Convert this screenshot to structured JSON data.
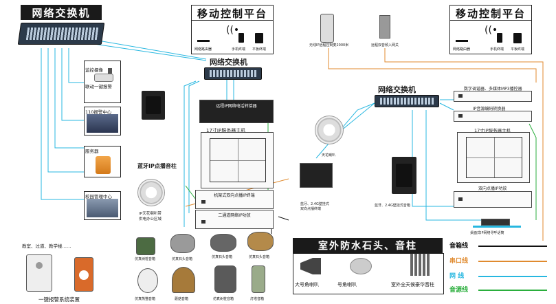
{
  "left_switch": {
    "title": "网络交换机"
  },
  "mobile_left": {
    "title": "移动控制平台",
    "devices": [
      "网络路由器",
      "手机终端",
      "平板终端"
    ]
  },
  "mobile_right": {
    "title": "移动控制平台",
    "devices": [
      "网络路由器",
      "手机终端",
      "平板终端"
    ]
  },
  "left_devices": [
    {
      "label": "监控摄像\n联动一键报警"
    },
    {
      "label": "110报警中心"
    },
    {
      "label": "服务器"
    },
    {
      "label": "校园管理中心"
    }
  ],
  "left_bottom": {
    "caption": "教室、过道、教学楼……",
    "device_label": "一键报警系统装置"
  },
  "center": {
    "switch_label": "网络交换机",
    "phone_converter": "远程IP网络电话转接器",
    "host": "17寸IP服务器主机",
    "rack1": "机架式双向点播IP终端",
    "rack2": "二通道网络IP功放",
    "bt_column": "蓝牙IP点播音柱",
    "ceiling_note": "IP天花喇叭带\n供电办公区域",
    "outdoor": [
      {
        "label": "仿真树桩音箱"
      },
      {
        "label": "仿真石头音箱"
      },
      {
        "label": "仿真石头音箱"
      },
      {
        "label": "仿真石头音箱"
      },
      {
        "label": "仿真熊猫音箱"
      },
      {
        "label": "蘑菇音箱"
      },
      {
        "label": "仿真树桩音箱"
      },
      {
        "label": "灯塔音箱"
      }
    ]
  },
  "top_middle": {
    "wifi_mic": "无线IP远程控制麦2000米",
    "remote_host": "远程双音频入网关"
  },
  "right": {
    "switch_label": "网络交换机",
    "tuner": "数字调谐器、多媒体MP3播控器",
    "ip_converter": "IP音源编码转换器",
    "host": "17寸IP服务器主机",
    "amp": "双向点播IP功放",
    "desk_mic": "桌面式IP网络寻呼话筒",
    "ceiling": "天花喇叭",
    "wall_note_1": "蓝牙、2.4G壁挂式\n双向点播终端",
    "wall_note_2": "蓝牙、2.4G壁挂式音箱"
  },
  "outdoor_panel": {
    "title": "室外防水石头、音柱",
    "items": [
      "大号角喇叭",
      "号角喇叭",
      "室外全天候豪华音柱"
    ]
  },
  "legend": {
    "items": [
      {
        "label": "音箱线",
        "color": "#111111"
      },
      {
        "label": "串口线",
        "color": "#e08a2e"
      },
      {
        "label": "网  线",
        "color": "#27b7e0"
      },
      {
        "label": "音源线",
        "color": "#2aae3c"
      }
    ]
  },
  "colors": {
    "network": "#27b7e0",
    "serial": "#e08a2e",
    "audio": "#2aae3c",
    "speaker": "#111111"
  }
}
